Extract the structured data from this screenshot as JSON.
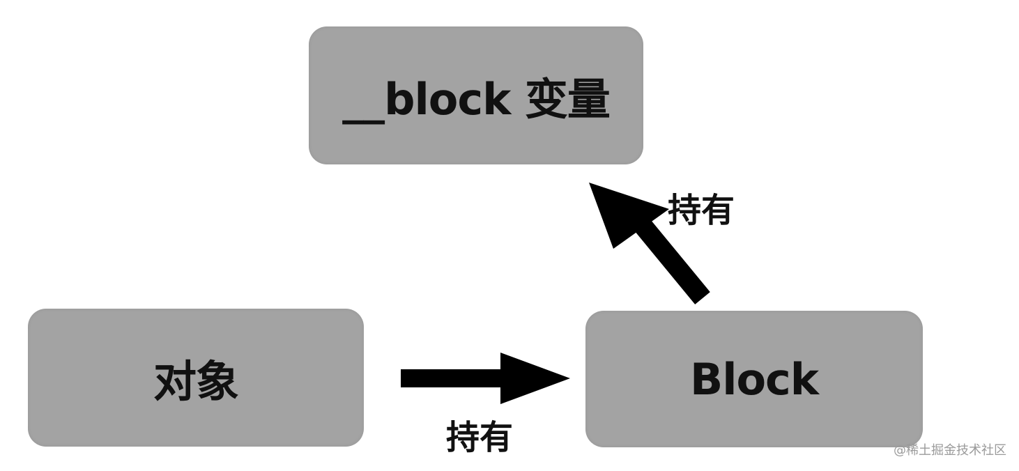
{
  "nodes": {
    "block_variable": "__block 变量",
    "object": "对象",
    "block": "Block"
  },
  "edges": {
    "block_to_variable_label": "持有",
    "object_to_block_label": "持有"
  },
  "watermark": "@稀土掘金技术社区",
  "colors": {
    "node_fill": "#a3a3a3",
    "text": "#111111",
    "arrow": "#000000",
    "watermark": "#9a9a9a"
  }
}
